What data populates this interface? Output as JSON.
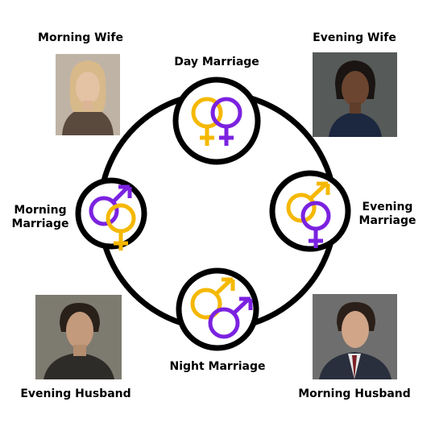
{
  "labels": {
    "morning_wife": "Morning Wife",
    "evening_wife": "Evening Wife",
    "evening_husband": "Evening Husband",
    "morning_husband": "Morning Husband",
    "day_marriage": "Day Marriage",
    "night_marriage": "Night Marriage",
    "morning_marriage_1": "Morning",
    "morning_marriage_2": "Marriage",
    "evening_marriage_1": "Evening",
    "evening_marriage_2": "Marriage"
  },
  "colors": {
    "female_symbol": "#f5b800",
    "male_symbol": "#7b22e0",
    "ring": "#000000"
  },
  "icons": {
    "day": [
      "female-symbol",
      "female-symbol"
    ],
    "morning": [
      "male-symbol",
      "female-symbol"
    ],
    "evening": [
      "male-symbol",
      "female-symbol"
    ],
    "night": [
      "male-symbol",
      "male-symbol"
    ]
  }
}
